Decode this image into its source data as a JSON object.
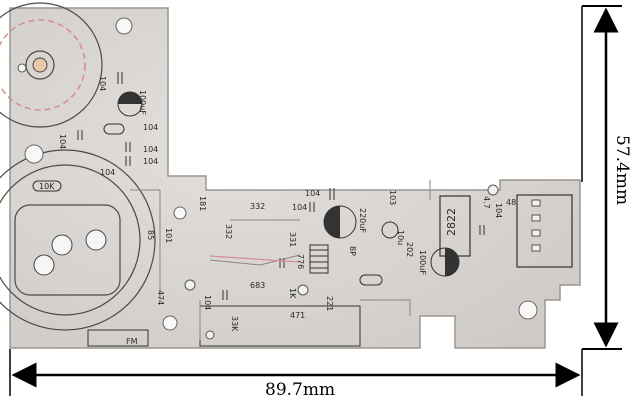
{
  "dimensions": {
    "width": "89.7mm",
    "height": "57.4mm"
  },
  "pcb": {
    "colors": {
      "board": "#d9d5d2",
      "silk": "#3a3a3a",
      "pad": "#f2f2f2",
      "pink": "#d88a9a",
      "dim_line": "#000000"
    },
    "labels": {
      "c104_top": "104",
      "c100uf_top": "100uF",
      "c104_left": "104",
      "c104_right_a": "104",
      "c104_right_b": "104",
      "c104_right_c": "104",
      "c104_mid": "104",
      "r10k": "10K",
      "r181": "181",
      "c332_a": "332",
      "c332_b": "332",
      "c104_center": "104",
      "c104_b": "104",
      "c103": "103",
      "c220uf": "220uF",
      "c10u": "10u",
      "c202": "202",
      "ic2822": "2822",
      "c100uf_bottom": "100uF",
      "c331": "331",
      "l776": "776",
      "c471": "471",
      "c683": "683",
      "r1k": "1K",
      "c221": "221",
      "r33k": "33K",
      "c104_bottom": "104",
      "c47": "4.7",
      "c104_far_right": "104",
      "c8p": "8P",
      "c48": "48",
      "fm_label": "FM",
      "c85": "85",
      "c101": "101",
      "c474": "474"
    }
  }
}
